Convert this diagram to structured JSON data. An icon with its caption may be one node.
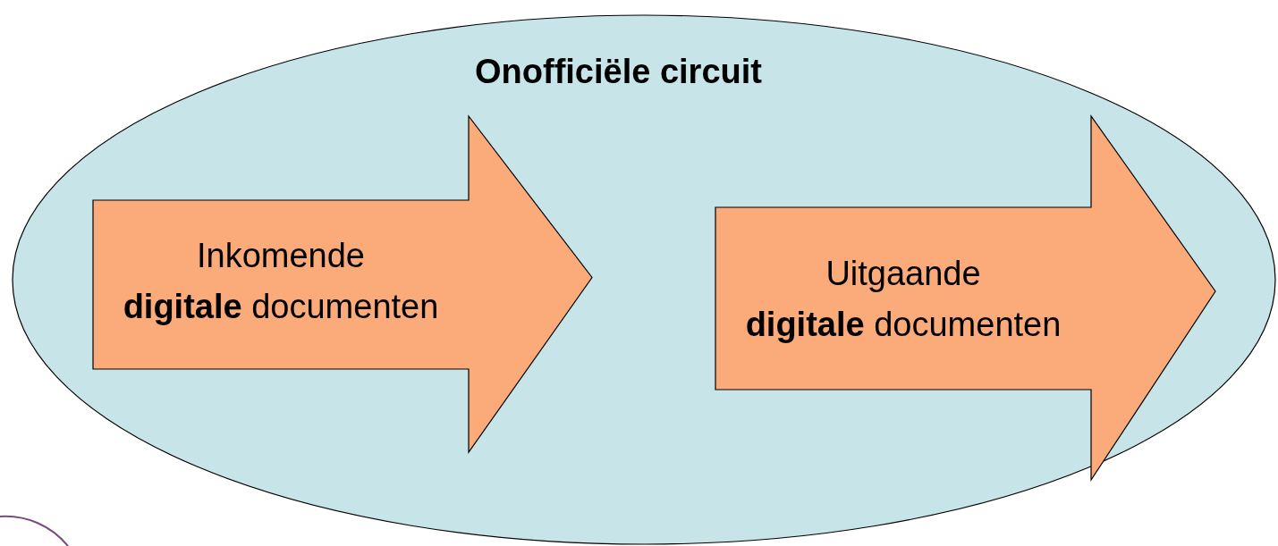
{
  "diagram": {
    "nodes": [
      {
        "text": [
          "Onofficiële circuit"
        ]
      },
      {
        "text": [
          "Inkomende **digitale** documenten"
        ],
        "in": 0
      },
      {
        "text": [
          "Uitgaande **digitale** documenten"
        ],
        "in": 0
      }
    ]
  }
}
